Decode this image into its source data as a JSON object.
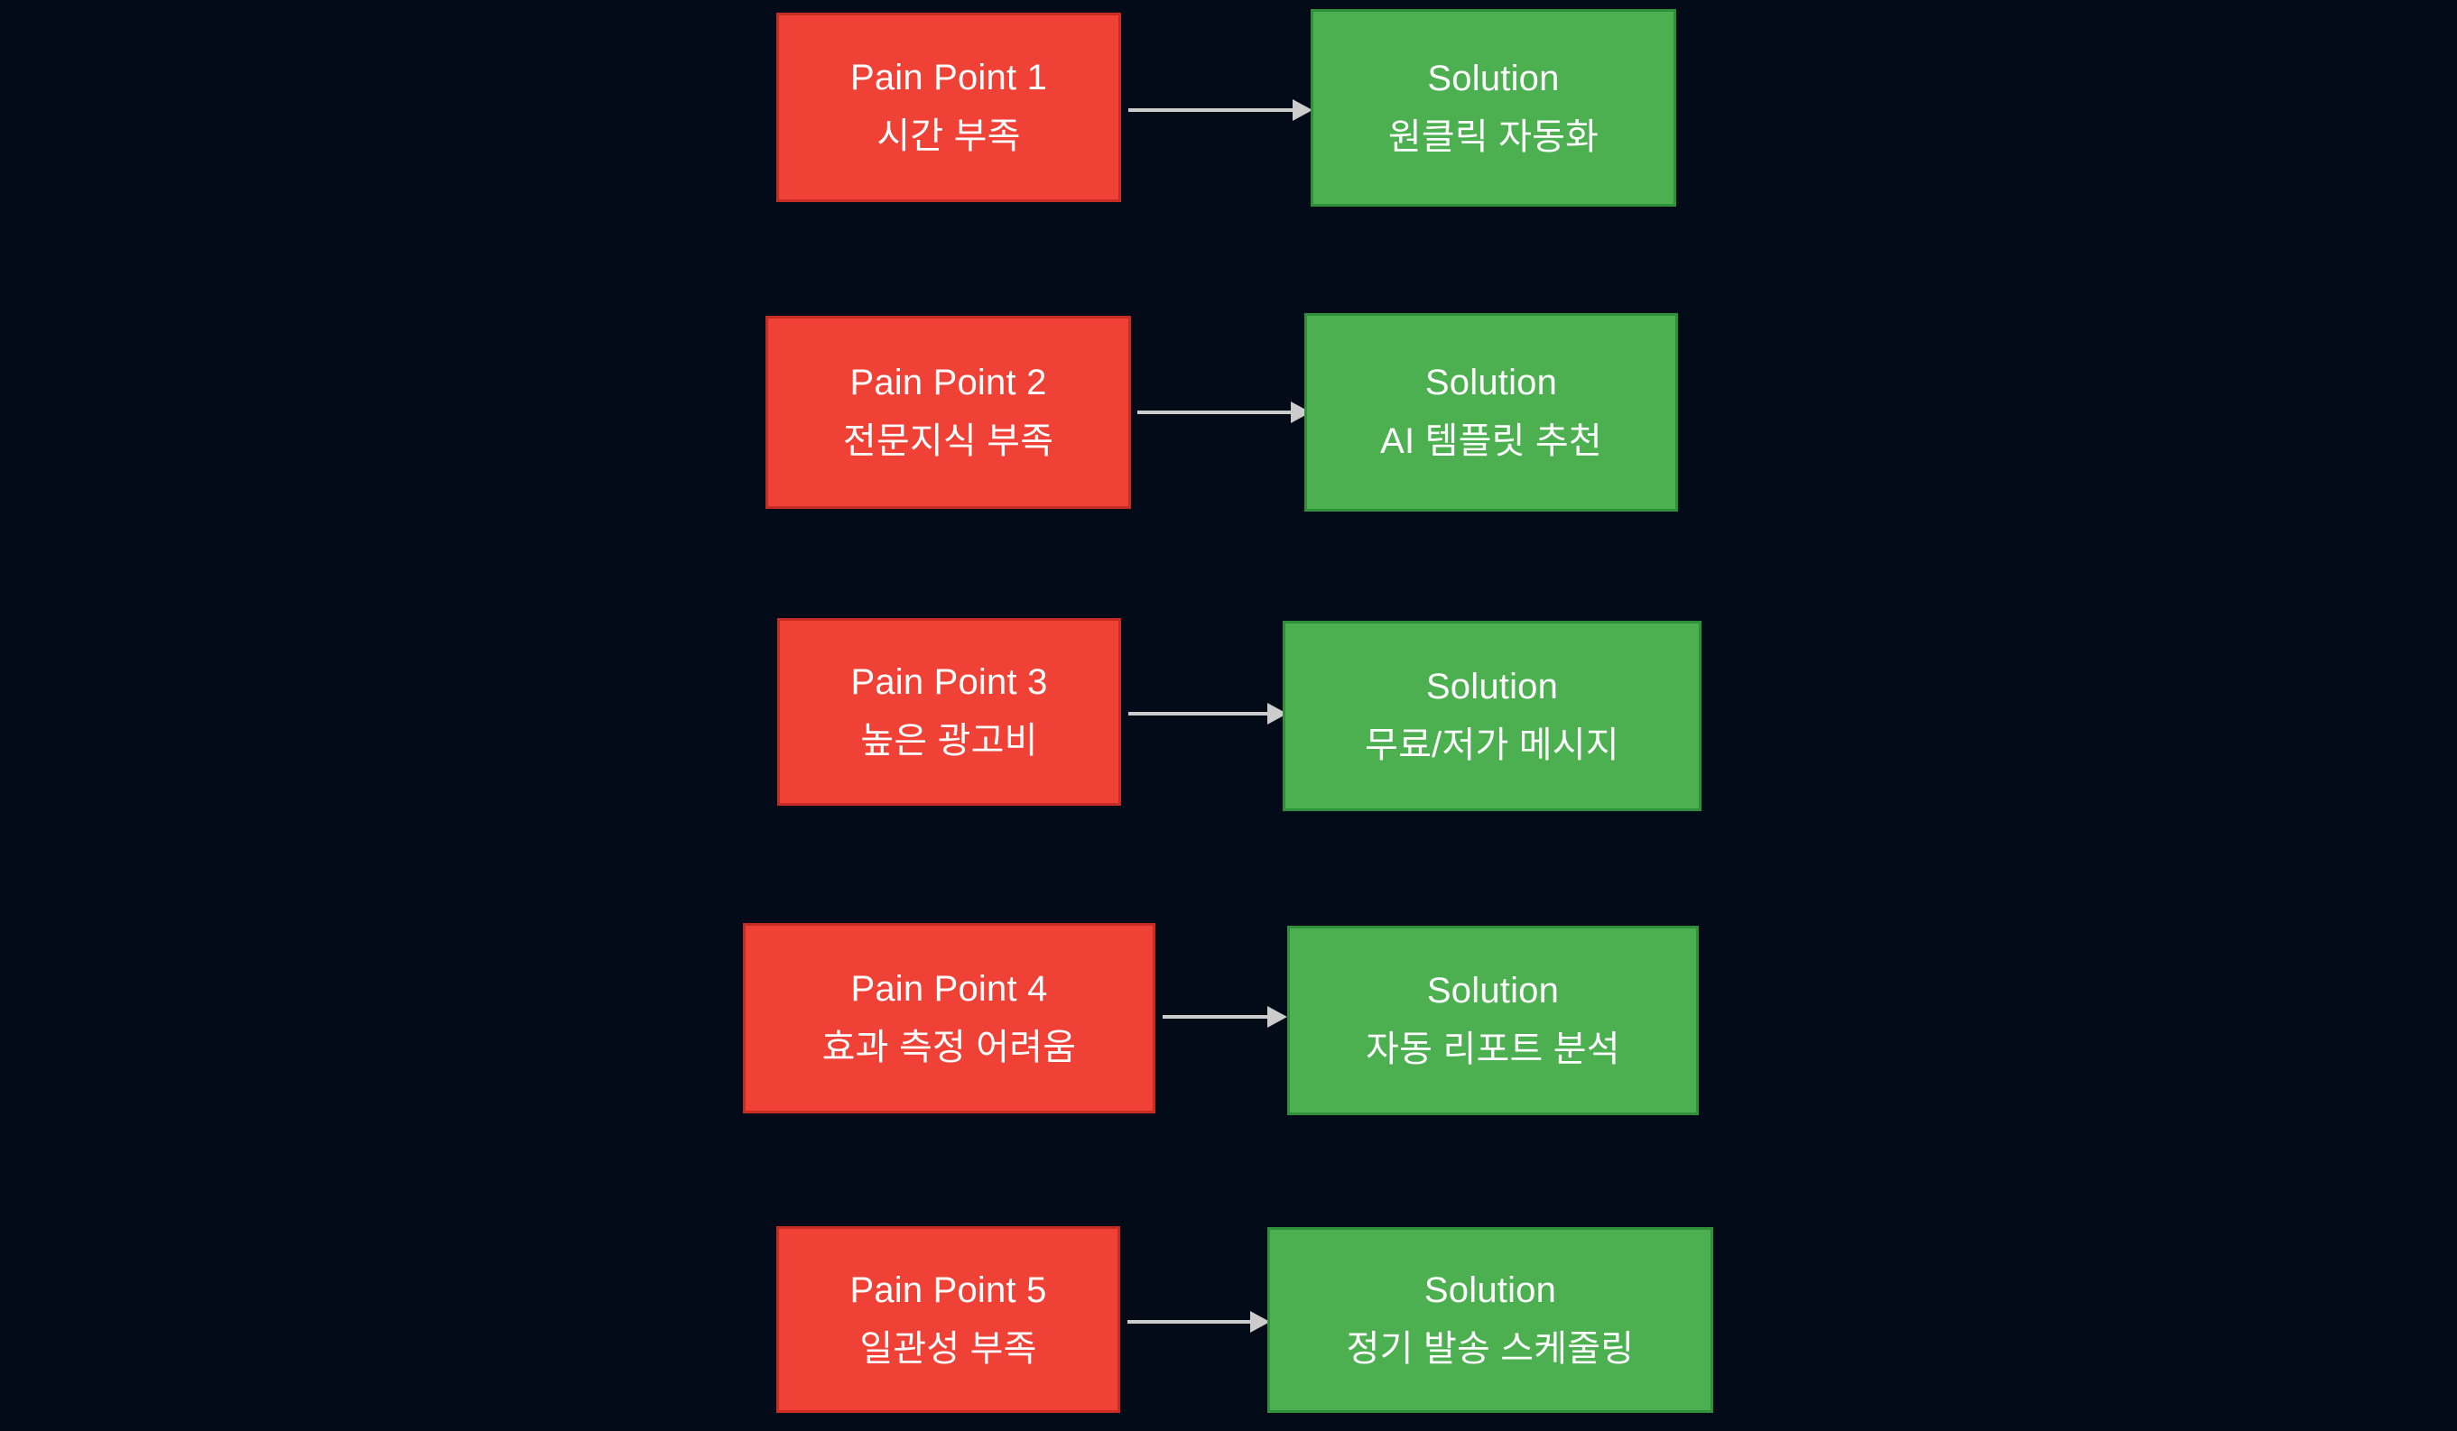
{
  "diagram": {
    "type": "flowchart",
    "direction": "left-to-right",
    "background_color": "#030A18",
    "pain_color": "#EF4136",
    "solution_color": "#4CAF50",
    "arrow_color": "#CCCCCC",
    "text_color": "#FFFFFF",
    "rows": [
      {
        "pain": {
          "title": "Pain Point 1",
          "subtitle": "시간 부족"
        },
        "solution": {
          "title": "Solution",
          "subtitle": "원클릭 자동화"
        },
        "arrow": "arrow-right"
      },
      {
        "pain": {
          "title": "Pain Point 2",
          "subtitle": "전문지식 부족"
        },
        "solution": {
          "title": "Solution",
          "subtitle": "AI 템플릿 추천"
        },
        "arrow": "arrow-right"
      },
      {
        "pain": {
          "title": "Pain Point 3",
          "subtitle": "높은 광고비"
        },
        "solution": {
          "title": "Solution",
          "subtitle": "무료/저가 메시지"
        },
        "arrow": "arrow-right"
      },
      {
        "pain": {
          "title": "Pain Point 4",
          "subtitle": "효과 측정 어려움"
        },
        "solution": {
          "title": "Solution",
          "subtitle": "자동 리포트 분석"
        },
        "arrow": "arrow-right"
      },
      {
        "pain": {
          "title": "Pain Point 5",
          "subtitle": "일관성 부족"
        },
        "solution": {
          "title": "Solution",
          "subtitle": "정기 발송 스케줄링"
        },
        "arrow": "arrow-right"
      }
    ]
  }
}
